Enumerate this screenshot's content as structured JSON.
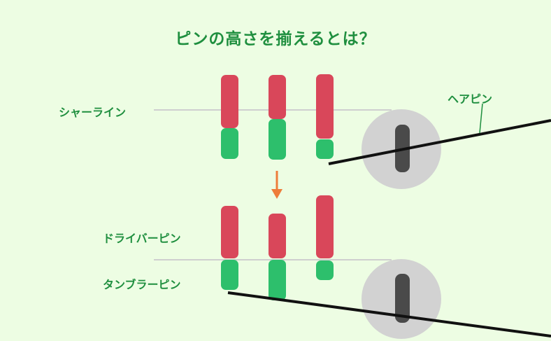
{
  "title": "ピンの高さを揃えるとは？",
  "labels": {
    "shear_line": "シャーライン",
    "hairpin": "ヘアピン",
    "driver_pin": "ドライバーピン",
    "tumbler_pin": "タンブラーピン"
  },
  "colors": {
    "background": "#edfde3",
    "driver_pin": "#d9475a",
    "tumbler_pin": "#2dbf6c",
    "arrow": "#ee7d3b",
    "text": "#1f8f3f",
    "shear_line": "#cfcfcf",
    "cylinder": "#d2d2d2",
    "cylinder_slot": "#4a4a4a",
    "hairpin_line": "#111111"
  },
  "icons": {
    "arrow": "arrow-down-icon"
  }
}
